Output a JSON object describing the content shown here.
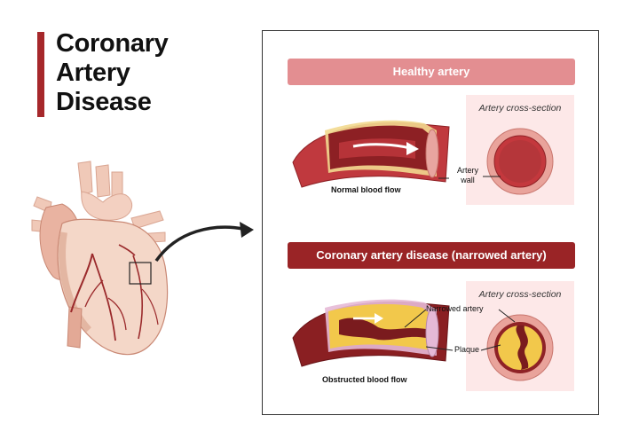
{
  "title": {
    "line1": "Coronary",
    "line2": "Artery",
    "line3": "Disease"
  },
  "colors": {
    "accent": "#a6282b",
    "healthy_banner": "#e38e91",
    "disease_banner": "#9a2426",
    "cross_section_bg": "#fde8e8",
    "plaque": "#f2c84b",
    "artery": "#b23a3e"
  },
  "healthy": {
    "banner": "Healthy artery",
    "cross_section_title": "Artery cross-section",
    "caption": "Normal blood flow",
    "wall_label_line1": "Artery",
    "wall_label_line2": "wall"
  },
  "disease": {
    "banner": "Coronary artery disease (narrowed artery)",
    "cross_section_title": "Artery cross-section",
    "caption": "Obstructed blood flow",
    "narrowed_label": "Narrowed artery",
    "plaque_label": "Plaque"
  },
  "icons": [
    "heart-illustration",
    "zoom-arrow-icon",
    "flow-arrow-icon"
  ]
}
